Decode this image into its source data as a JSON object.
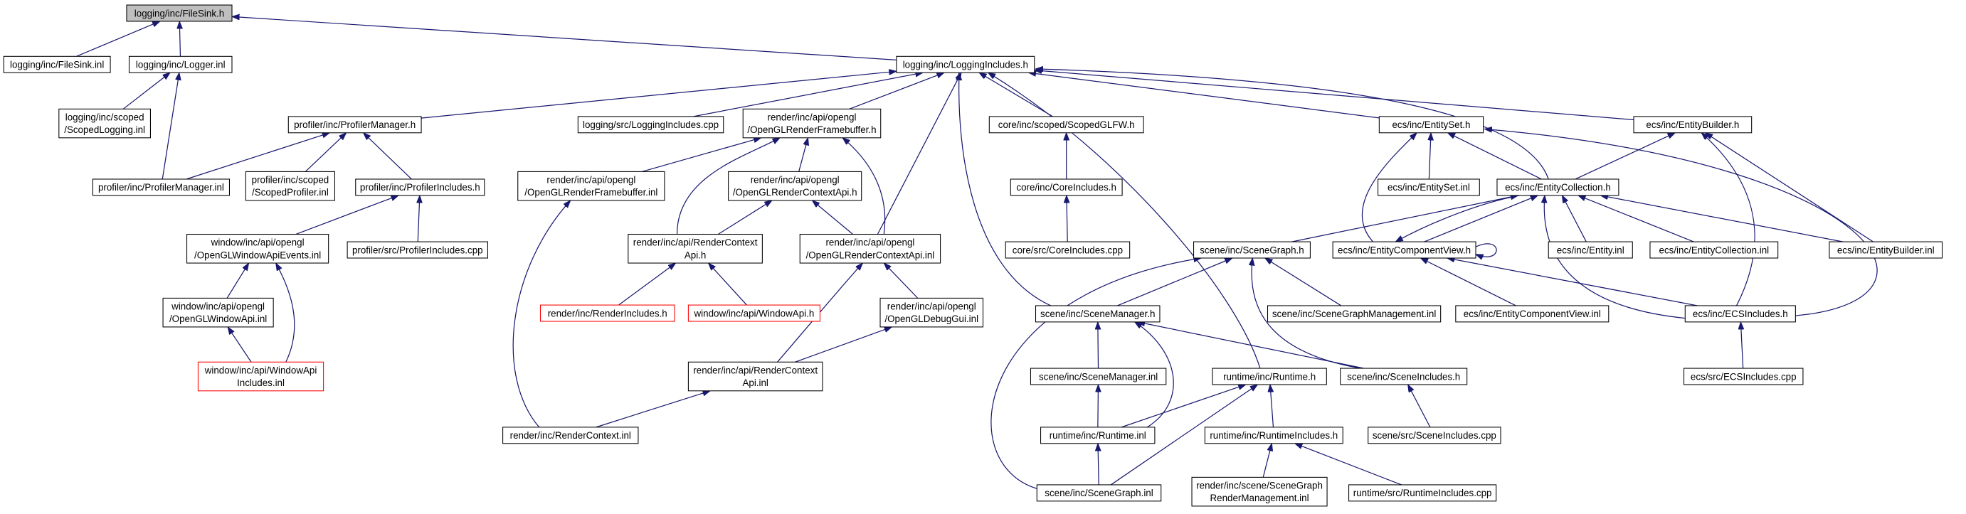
{
  "colors": {
    "background": "#ffffff",
    "edge": "#191970",
    "node_border": "#000000",
    "node_fill": "#ffffff",
    "text": "#000000"
  },
  "graph": {
    "nodes": [
      {
        "lines": [
          "logging/inc/FileSink.h"
        ],
        "fill": "#bfbfbf"
      },
      {
        "lines": [
          "logging/inc/FileSink.inl"
        ]
      },
      {
        "lines": [
          "logging/inc/Logger.inl"
        ]
      },
      {
        "lines": [
          "logging/inc/LoggingIncludes.h"
        ]
      },
      {
        "lines": [
          "logging/inc/scoped",
          "/ScopedLogging.inl"
        ]
      },
      {
        "lines": [
          "profiler/inc/ProfilerManager.h"
        ]
      },
      {
        "lines": [
          "logging/src/LoggingIncludes.cpp"
        ]
      },
      {
        "lines": [
          "render/inc/api/opengl",
          "/OpenGLRenderFramebuffer.h"
        ]
      },
      {
        "lines": [
          "core/inc/scoped/ScopedGLFW.h"
        ]
      },
      {
        "lines": [
          "ecs/inc/EntitySet.h"
        ]
      },
      {
        "lines": [
          "ecs/inc/EntityBuilder.h"
        ]
      },
      {
        "lines": [
          "profiler/inc/ProfilerManager.inl"
        ]
      },
      {
        "lines": [
          "profiler/inc/scoped",
          "/ScopedProfiler.inl"
        ]
      },
      {
        "lines": [
          "profiler/inc/ProfilerIncludes.h"
        ]
      },
      {
        "lines": [
          "render/inc/api/opengl",
          "/OpenGLRenderFramebuffer.inl"
        ]
      },
      {
        "lines": [
          "render/inc/api/opengl",
          "/OpenGLRenderContextApi.h"
        ]
      },
      {
        "lines": [
          "core/inc/CoreIncludes.h"
        ]
      },
      {
        "lines": [
          "ecs/inc/EntitySet.inl"
        ]
      },
      {
        "lines": [
          "ecs/inc/EntityCollection.h"
        ]
      },
      {
        "lines": [
          "window/inc/api/opengl",
          "/OpenGLWindowApiEvents.inl"
        ]
      },
      {
        "lines": [
          "profiler/src/ProfilerIncludes.cpp"
        ]
      },
      {
        "lines": [
          "render/inc/api/RenderContext",
          "Api.h"
        ]
      },
      {
        "lines": [
          "render/inc/api/opengl",
          "/OpenGLRenderContextApi.inl"
        ]
      },
      {
        "lines": [
          "core/src/CoreIncludes.cpp"
        ]
      },
      {
        "lines": [
          "scene/inc/SceneGraph.h"
        ]
      },
      {
        "lines": [
          "ecs/inc/EntityComponentView.h"
        ]
      },
      {
        "lines": [
          "ecs/inc/Entity.inl"
        ]
      },
      {
        "lines": [
          "ecs/inc/EntityCollection.inl"
        ]
      },
      {
        "lines": [
          "ecs/inc/EntityBuilder.inl"
        ]
      },
      {
        "lines": [
          "window/inc/api/opengl",
          "/OpenGLWindowApi.inl"
        ]
      },
      {
        "lines": [
          "render/inc/RenderIncludes.h"
        ],
        "border": "#ff0000"
      },
      {
        "lines": [
          "window/inc/api/WindowApi.h"
        ],
        "border": "#ff0000"
      },
      {
        "lines": [
          "render/inc/api/opengl",
          "/OpenGLDebugGui.inl"
        ]
      },
      {
        "lines": [
          "scene/inc/SceneManager.h"
        ]
      },
      {
        "lines": [
          "scene/inc/SceneGraphManagement.inl"
        ]
      },
      {
        "lines": [
          "ecs/inc/EntityComponentView.inl"
        ]
      },
      {
        "lines": [
          "ecs/inc/ECSIncludes.h"
        ]
      },
      {
        "lines": [
          "window/inc/api/WindowApi",
          "Includes.inl"
        ],
        "border": "#ff0000"
      },
      {
        "lines": [
          "render/inc/api/RenderContext",
          "Api.inl"
        ]
      },
      {
        "lines": [
          "scene/inc/SceneManager.inl"
        ]
      },
      {
        "lines": [
          "runtime/inc/Runtime.h"
        ]
      },
      {
        "lines": [
          "scene/inc/SceneIncludes.h"
        ]
      },
      {
        "lines": [
          "ecs/src/ECSIncludes.cpp"
        ]
      },
      {
        "lines": [
          "render/inc/RenderContext.inl"
        ]
      },
      {
        "lines": [
          "runtime/inc/Runtime.inl"
        ]
      },
      {
        "lines": [
          "runtime/inc/RuntimeIncludes.h"
        ]
      },
      {
        "lines": [
          "scene/src/SceneIncludes.cpp"
        ]
      },
      {
        "lines": [
          "scene/inc/SceneGraph.inl"
        ]
      },
      {
        "lines": [
          "render/inc/scene/SceneGraph",
          "RenderManagement.inl"
        ]
      },
      {
        "lines": [
          "runtime/src/RuntimeIncludes.cpp"
        ]
      }
    ],
    "edges": [
      [
        1,
        0
      ],
      [
        2,
        0
      ],
      [
        3,
        0
      ],
      [
        4,
        2
      ],
      [
        11,
        2
      ],
      [
        5,
        3
      ],
      [
        6,
        3
      ],
      [
        7,
        3
      ],
      [
        22,
        3
      ],
      [
        33,
        3
      ],
      [
        8,
        3
      ],
      [
        40,
        3
      ],
      [
        9,
        3
      ],
      [
        10,
        3
      ],
      [
        18,
        3
      ],
      [
        11,
        5
      ],
      [
        12,
        5
      ],
      [
        13,
        5
      ],
      [
        19,
        13
      ],
      [
        20,
        13
      ],
      [
        14,
        7
      ],
      [
        15,
        7
      ],
      [
        21,
        7
      ],
      [
        22,
        7
      ],
      [
        43,
        14
      ],
      [
        21,
        15
      ],
      [
        22,
        15
      ],
      [
        16,
        8
      ],
      [
        23,
        16
      ],
      [
        17,
        9
      ],
      [
        18,
        9
      ],
      [
        25,
        9
      ],
      [
        36,
        9
      ],
      [
        18,
        10
      ],
      [
        28,
        10
      ],
      [
        36,
        10
      ],
      [
        24,
        18
      ],
      [
        25,
        18
      ],
      [
        26,
        18
      ],
      [
        27,
        18
      ],
      [
        28,
        18
      ],
      [
        36,
        18
      ],
      [
        18,
        25
      ],
      [
        25,
        25
      ],
      [
        35,
        25
      ],
      [
        36,
        25
      ],
      [
        33,
        24
      ],
      [
        34,
        24
      ],
      [
        41,
        24
      ],
      [
        47,
        24
      ],
      [
        39,
        33
      ],
      [
        41,
        33
      ],
      [
        44,
        33
      ],
      [
        44,
        39
      ],
      [
        44,
        40
      ],
      [
        47,
        40
      ],
      [
        45,
        40
      ],
      [
        46,
        41
      ],
      [
        48,
        45
      ],
      [
        49,
        45
      ],
      [
        47,
        44
      ],
      [
        42,
        36
      ],
      [
        30,
        21
      ],
      [
        31,
        21
      ],
      [
        43,
        38
      ],
      [
        38,
        22
      ],
      [
        32,
        22
      ],
      [
        38,
        32
      ],
      [
        29,
        19
      ],
      [
        37,
        19
      ],
      [
        37,
        29
      ]
    ]
  }
}
